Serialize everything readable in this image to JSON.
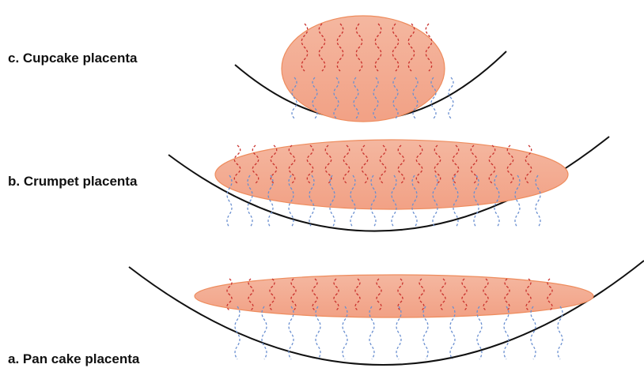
{
  "labels": {
    "cupcake": "c. Cupcake placenta",
    "crumpet": "b. Crumpet placenta",
    "pancake": "a. Pan cake placenta"
  },
  "colors": {
    "placenta_fill": "#f4b7a0",
    "placenta_fill_dark": "#f2a185",
    "placenta_edge": "#ee8c5d",
    "maternal_vessels": "#c9302c",
    "fetal_vessels": "#6a8fd0",
    "uterine_wall": "#111111",
    "background": "#ffffff"
  }
}
